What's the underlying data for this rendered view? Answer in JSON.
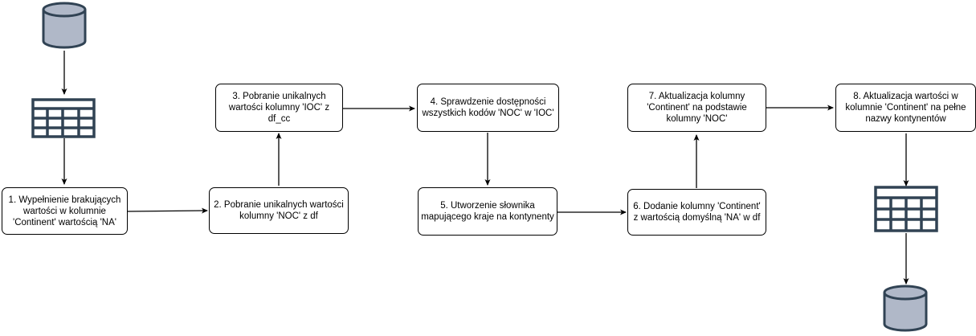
{
  "steps": [
    {
      "id": "s1",
      "label": "1. Wypełnienie brakujących wartości w kolumnie 'Continent' wartością 'NA'"
    },
    {
      "id": "s2",
      "label": "2. Pobranie unikalnych wartości kolumny 'NOC' z df"
    },
    {
      "id": "s3",
      "label": "3. Pobranie unikalnych wartości kolumny 'IOC' z df_cc"
    },
    {
      "id": "s4",
      "label": "4. Sprawdzenie dostępności wszystkich kodów 'NOC' w 'IOC'"
    },
    {
      "id": "s5",
      "label": "5. Utworzenie słownika mapującego kraje na kontynenty"
    },
    {
      "id": "s6",
      "label": "6. Dodanie kolumny 'Continent' z wartością domyślną 'NA' w df"
    },
    {
      "id": "s7",
      "label": "7. Aktualizacja kolumny 'Continent' na podstawie kolumny 'NOC'"
    },
    {
      "id": "s8",
      "label": "8. Aktualizacja wartości w kolumnie 'Continent' na pełne nazwy kontynentów"
    }
  ],
  "colors": {
    "icon_stroke": "#314354",
    "cylinder_fill": "#b0b8c8",
    "edge": "#000000",
    "node_border": "#000000"
  },
  "icons": [
    "database-icon",
    "table-icon",
    "table-icon",
    "database-icon"
  ]
}
